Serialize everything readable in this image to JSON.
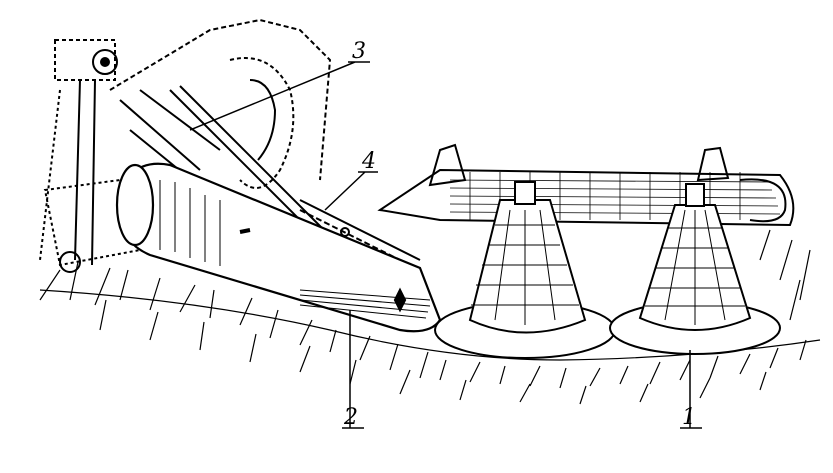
{
  "figure": {
    "callouts": [
      {
        "id": "c1",
        "text": "1"
      },
      {
        "id": "c2",
        "text": "2"
      },
      {
        "id": "c3",
        "text": "3"
      },
      {
        "id": "c4",
        "text": "4"
      }
    ],
    "ink_color": "#000000",
    "paper_color": "#ffffff"
  }
}
